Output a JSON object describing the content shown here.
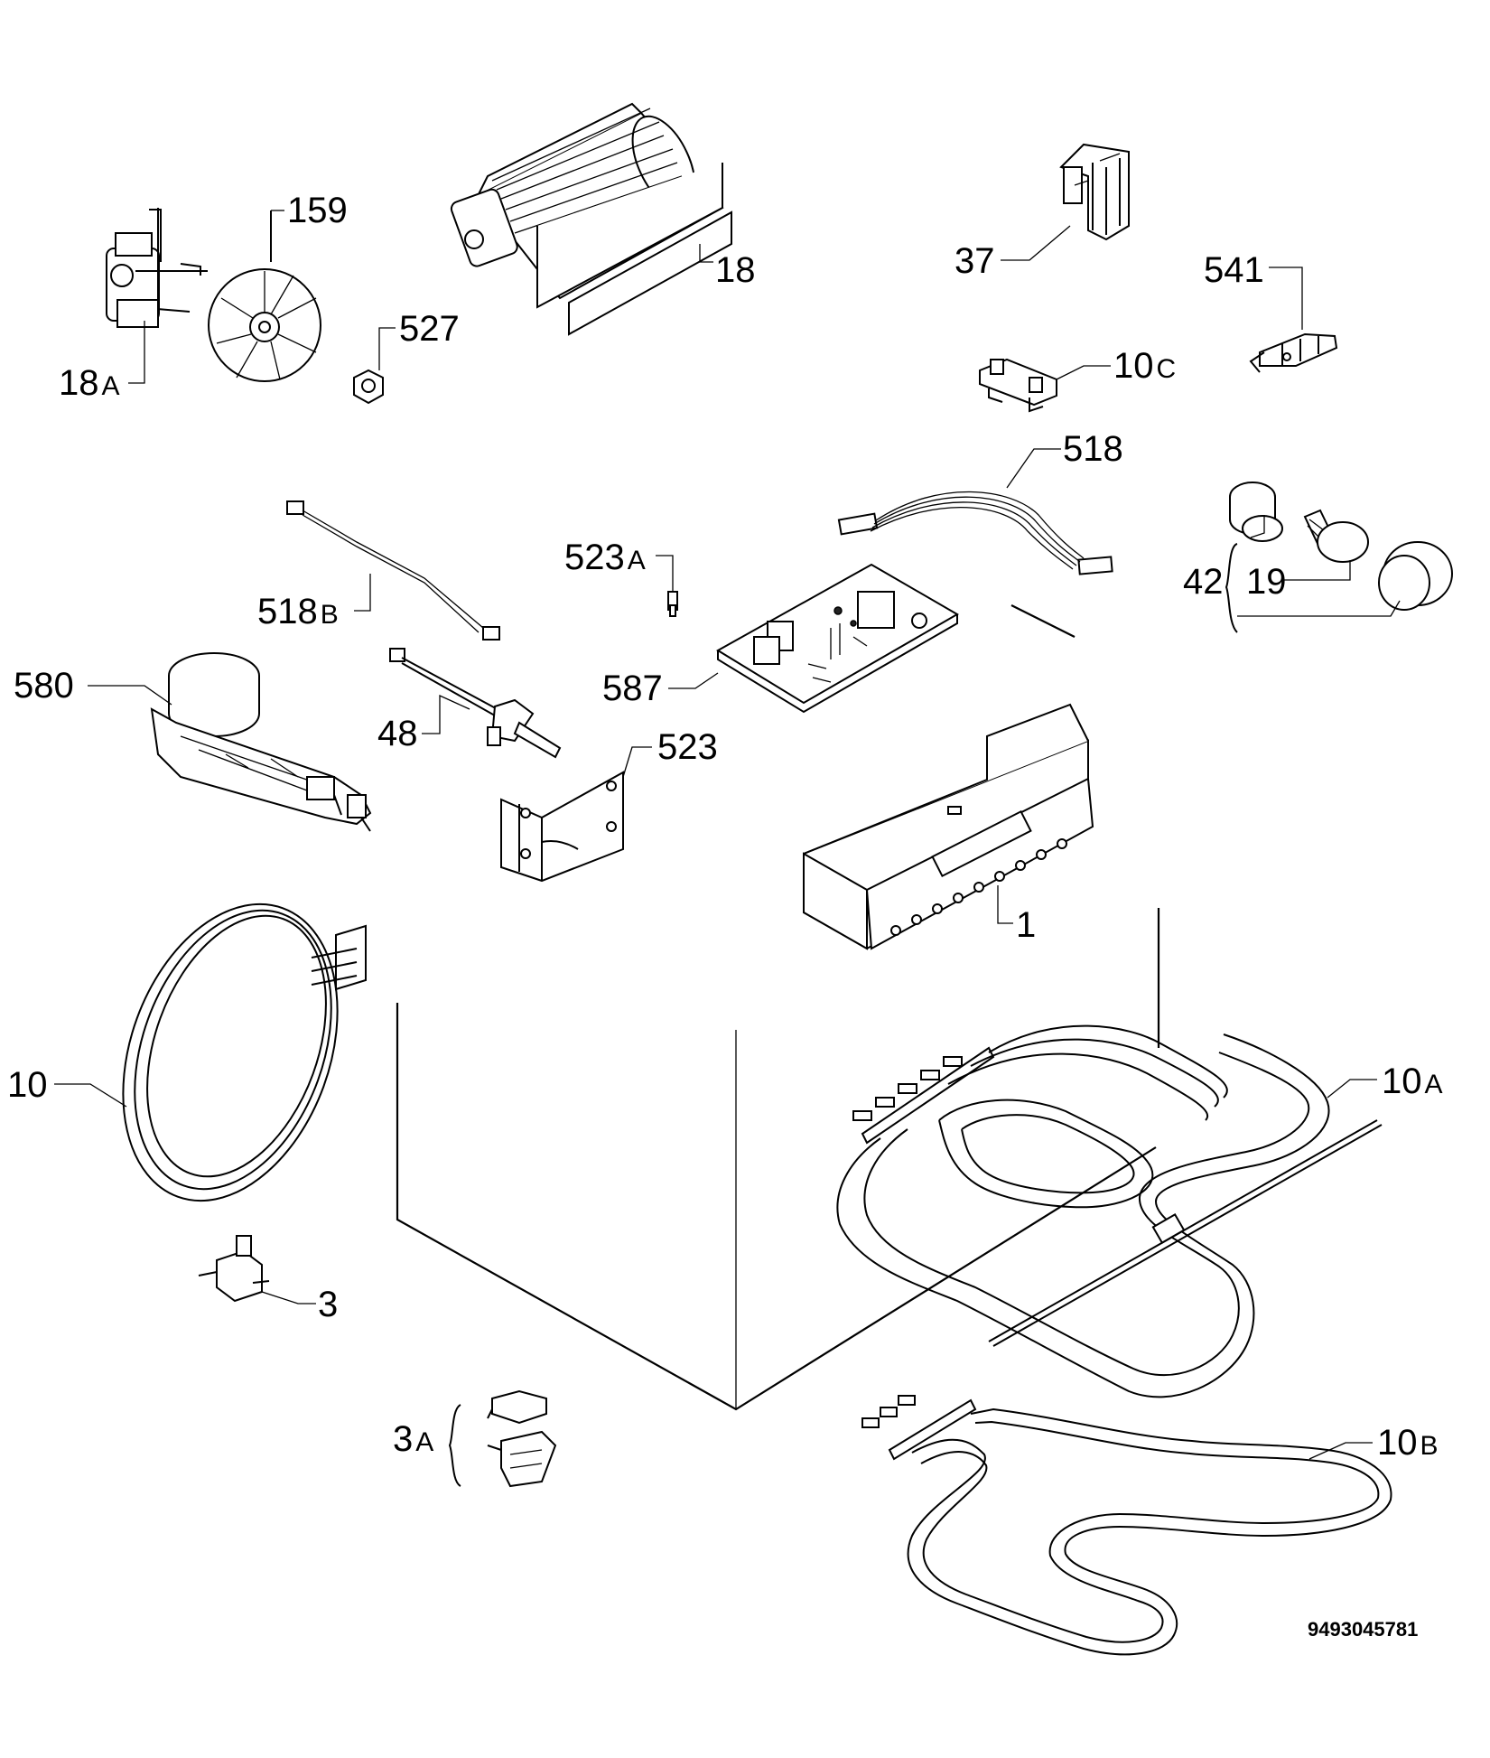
{
  "labels": {
    "p159": "159",
    "p18": "18",
    "p18a_num": "18",
    "p18a_suf": "A",
    "p527": "527",
    "p37": "37",
    "p541": "541",
    "p10c_num": "10",
    "p10c_suf": "C",
    "p518": "518",
    "p518b_num": "518",
    "p518b_suf": "B",
    "p523a_num": "523",
    "p523a_suf": "A",
    "p42": "42",
    "p19": "19",
    "p580": "580",
    "p587": "587",
    "p48": "48",
    "p523": "523",
    "p1": "1",
    "p10": "10",
    "p10a_num": "10",
    "p10a_suf": "A",
    "p3": "3",
    "p3a_num": "3",
    "p3a_suf": "A",
    "p10b_num": "10",
    "p10b_suf": "B"
  },
  "document_number": "9493045781"
}
